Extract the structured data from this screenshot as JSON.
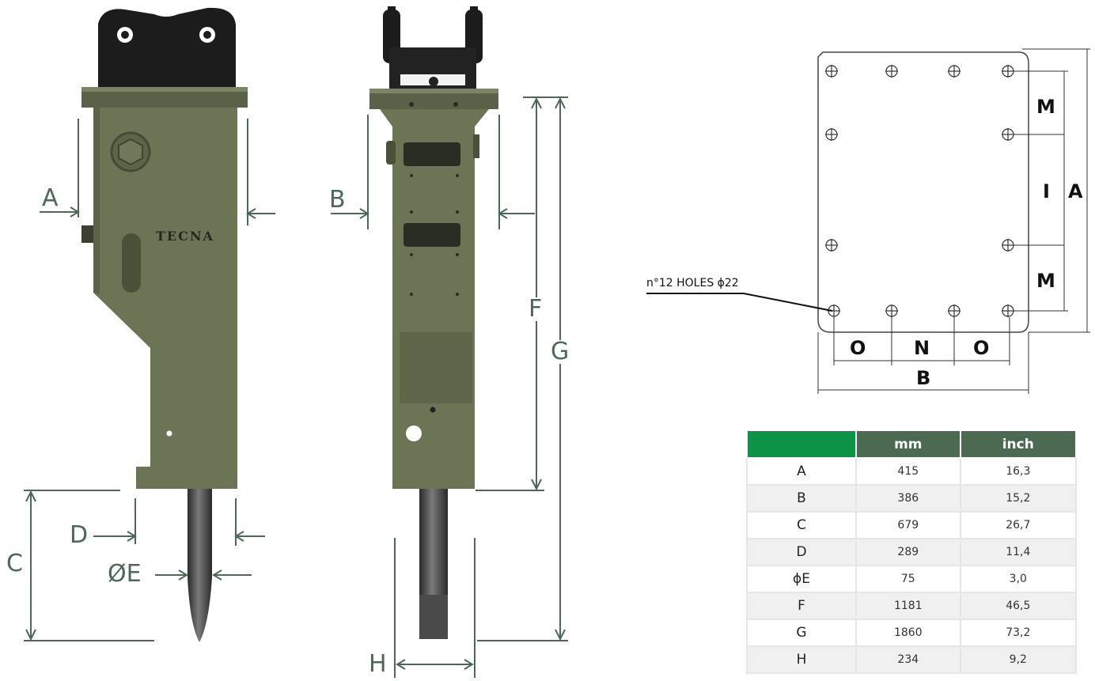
{
  "drawing": {
    "brand": "TECNA",
    "front_labels": {
      "a": "A",
      "c": "C",
      "d": "D",
      "e": "ØE"
    },
    "side_labels": {
      "b": "B",
      "f": "F",
      "g": "G",
      "h": "H"
    },
    "plate_labels": {
      "m_top": "M",
      "i": "I",
      "a": "A",
      "m_bottom": "M",
      "o_left": "O",
      "n": "N",
      "o_right": "O",
      "b": "B"
    },
    "holes_callout": "n°12 HOLES ϕ22"
  },
  "spec_table": {
    "columns": [
      "",
      "mm",
      "inch"
    ],
    "rows": [
      {
        "label": "A",
        "mm": "415",
        "inch": "16,3"
      },
      {
        "label": "B",
        "mm": "386",
        "inch": "15,2"
      },
      {
        "label": "C",
        "mm": "679",
        "inch": "26,7"
      },
      {
        "label": "D",
        "mm": "289",
        "inch": "11,4"
      },
      {
        "label": "ϕE",
        "mm": "75",
        "inch": "3,0"
      },
      {
        "label": "F",
        "mm": "1181",
        "inch": "46,5"
      },
      {
        "label": "G",
        "mm": "1860",
        "inch": "73,2"
      },
      {
        "label": "H",
        "mm": "234",
        "inch": "9,2"
      }
    ]
  },
  "colors": {
    "body_green": "#6b7454",
    "dimension_green": "#4a6a55",
    "header_green": "#4c6a52",
    "corner_green": "#0d9345",
    "bracket_black": "#1c1c1c"
  }
}
